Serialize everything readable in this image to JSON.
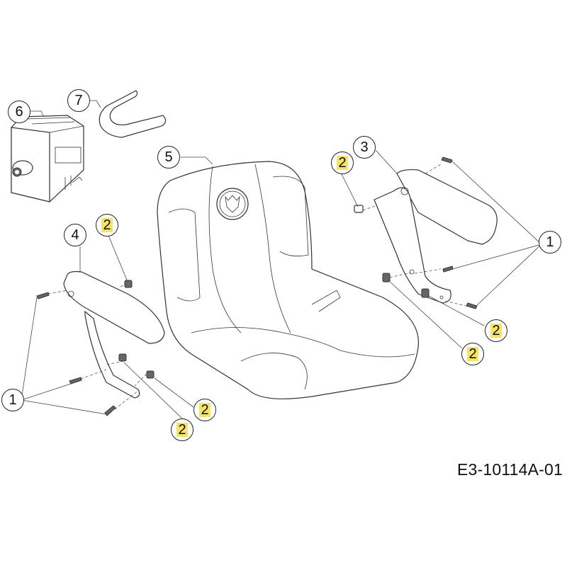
{
  "diagram": {
    "type": "exploded parts diagram",
    "subject": "seat assembly",
    "code": "E3-10114A-01",
    "highlight_color": "#f5e36a",
    "callouts": [
      {
        "id": "c6",
        "label": "6",
        "part": "switch",
        "highlighted": false
      },
      {
        "id": "c7",
        "label": "7",
        "part": "strap",
        "highlighted": false
      },
      {
        "id": "c5",
        "label": "5",
        "part": "seat",
        "highlighted": false
      },
      {
        "id": "c3",
        "label": "3",
        "part": "armrest-right",
        "highlighted": false
      },
      {
        "id": "c4",
        "label": "4",
        "part": "armrest-left",
        "highlighted": false
      },
      {
        "id": "c1a",
        "label": "1",
        "part": "screw",
        "highlighted": false
      },
      {
        "id": "c1b",
        "label": "1",
        "part": "screw",
        "highlighted": false
      },
      {
        "id": "c2a",
        "label": "2",
        "part": "clip-nut",
        "highlighted": true
      },
      {
        "id": "c2b",
        "label": "2",
        "part": "clip-nut",
        "highlighted": true
      },
      {
        "id": "c2c",
        "label": "2",
        "part": "clip-nut",
        "highlighted": true
      },
      {
        "id": "c2d",
        "label": "2",
        "part": "clip-nut",
        "highlighted": true
      },
      {
        "id": "c2e",
        "label": "2",
        "part": "clip-nut",
        "highlighted": true
      },
      {
        "id": "c2f",
        "label": "2",
        "part": "clip-nut",
        "highlighted": true
      }
    ]
  }
}
